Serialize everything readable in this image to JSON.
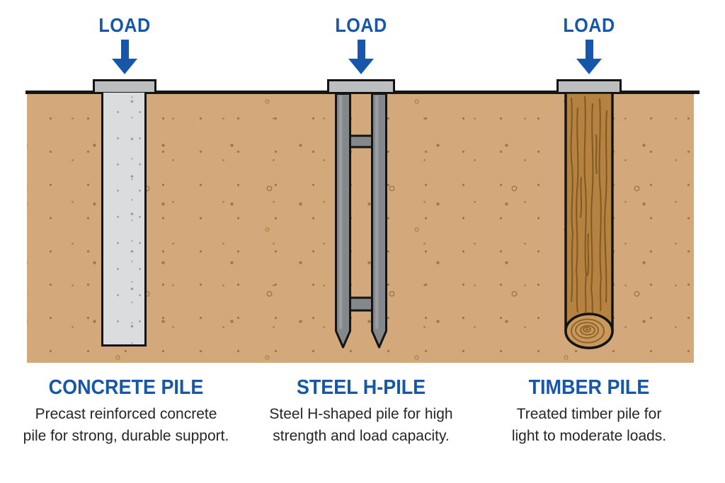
{
  "diagram": {
    "load_label": "LOAD",
    "colors": {
      "accent_blue": "#1757ab",
      "soil": "#d3a97b",
      "soil_speckle": "#9f763a",
      "concrete": "#dadcde",
      "cap_gray": "#bcbec0",
      "steel_gray": "#85888b",
      "timber_brown": "#b5823f",
      "timber_end_grain": "#c9995c",
      "outline_black": "#141414",
      "text_dark": "#262626"
    },
    "piles": [
      {
        "id": "concrete",
        "title": "CONCRETE PILE",
        "desc1": "Precast reinforced concrete",
        "desc2": "pile for strong, durable support."
      },
      {
        "id": "steel",
        "title": "STEEL H-PILE",
        "desc1": "Steel H-shaped pile for high",
        "desc2": "strength and load capacity."
      },
      {
        "id": "timber",
        "title": "TIMBER PILE",
        "desc1": "Treated timber pile for",
        "desc2": "light to moderate loads."
      }
    ]
  }
}
